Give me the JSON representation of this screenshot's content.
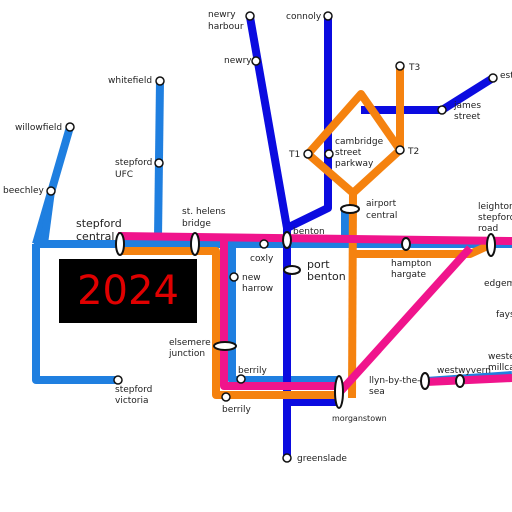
{
  "year": "2024",
  "colors": {
    "sky_line": "#1f7fe0",
    "blue_line": "#0b0be0",
    "orange_line": "#f5820f",
    "pink_line": "#f0148c"
  },
  "stations": {
    "newry_harbour_1": "newry",
    "newry_harbour_2": "harbour",
    "connoly": "connoly",
    "newry": "newry",
    "t3": "T3",
    "est": "est",
    "james_street_1": "james",
    "james_street_2": "street",
    "whitefield": "whitefield",
    "willowfield": "willowfield",
    "stepford_ufc_1": "stepford",
    "stepford_ufc_2": "UFC",
    "t1": "T1",
    "cambridge_1": "cambridge",
    "cambridge_2": "street",
    "cambridge_3": "parkway",
    "t2": "T2",
    "beechley": "beechley",
    "airport_central_1": "airport",
    "airport_central_2": "central",
    "leighton_1": "leighton",
    "leighton_2": "stepford",
    "leighton_3": "road",
    "stepford_central_1": "stepford",
    "stepford_central_2": "central",
    "st_helens_1": "st. helens",
    "st_helens_2": "bridge",
    "coxly": "coxly",
    "benton": "benton",
    "port_benton_1": "port",
    "port_benton_2": "benton",
    "hampton_1": "hampton",
    "hampton_2": "hargate",
    "edgemead": "edgem",
    "new_harrow_1": "new",
    "new_harrow_2": "harrow",
    "fays": "fays",
    "elsemere_1": "elsemere",
    "elsemere_2": "junction",
    "westercoast_1": "weste",
    "westercoast_2": "millca",
    "westwyvern": "westwyvern",
    "berrily_1": "berrily",
    "berrily_2": "berrily",
    "llyn_1": "llyn-by-the-",
    "llyn_2": "sea",
    "stepford_victoria_1": "stepford",
    "stepford_victoria_2": "victoria",
    "morganstown": "morganstown",
    "greenslade": "greenslade"
  }
}
